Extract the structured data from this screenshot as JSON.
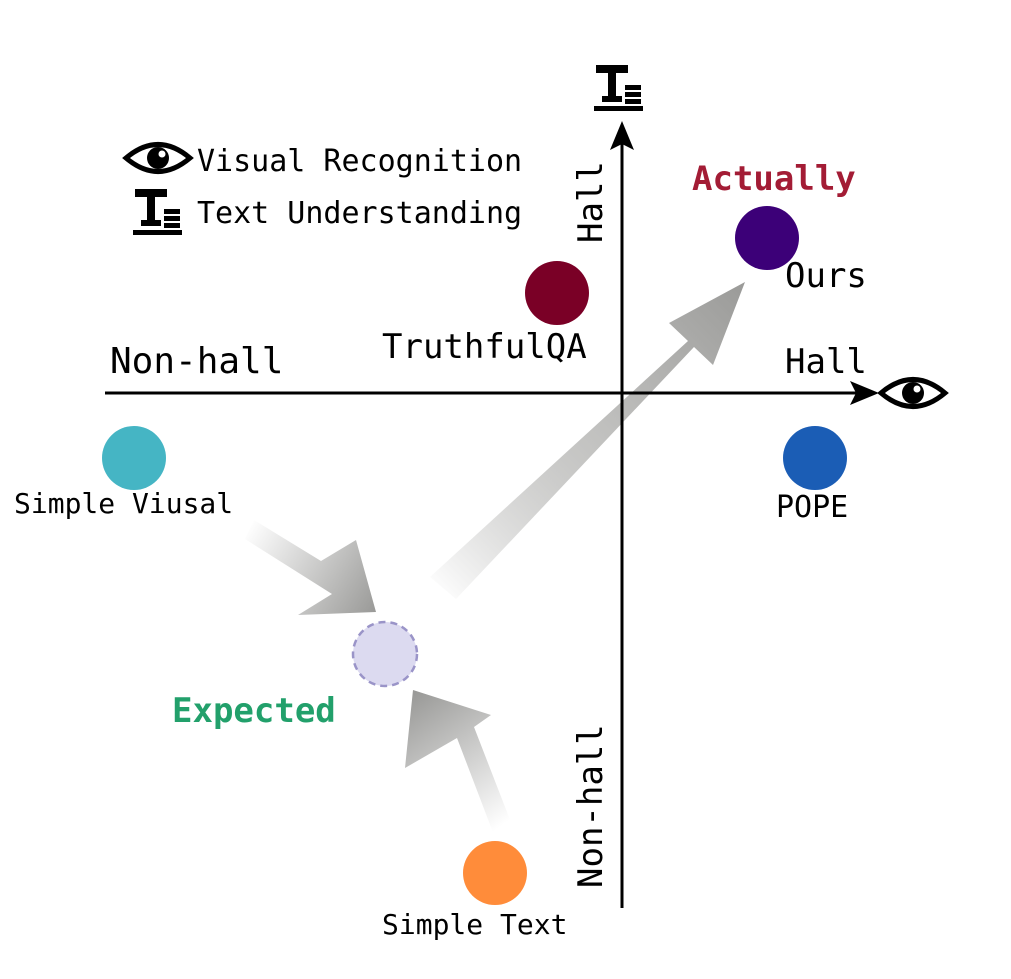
{
  "legend": {
    "visual": "Visual Recognition",
    "text": "Text Understanding"
  },
  "axes": {
    "x_left": "Non-hall",
    "x_right": "Hall",
    "y_top": "Hall",
    "y_bottom": "Non-hall"
  },
  "points": {
    "truthfulqa": "TruthfulQA",
    "ours": "Ours",
    "pope": "POPE",
    "simple_visual": "Simple Viusal",
    "simple_text": "Simple Text",
    "expected": "Expected",
    "actually": "Actually"
  },
  "colors": {
    "truthfulqa": "#7a0026",
    "ours": "#3c0078",
    "pope": "#1b5db5",
    "simple_visual": "#45b5c4",
    "simple_text": "#ff8c3a",
    "expected_fill": "#dcdaf0",
    "expected_stroke": "#9a94c8",
    "expected_label": "#22a06b",
    "actually_label": "#a31c35",
    "axis": "#000000",
    "arrow_gray": "#9a9a98"
  },
  "icons": {
    "visual": "eye-icon",
    "text": "text-understanding-icon"
  }
}
